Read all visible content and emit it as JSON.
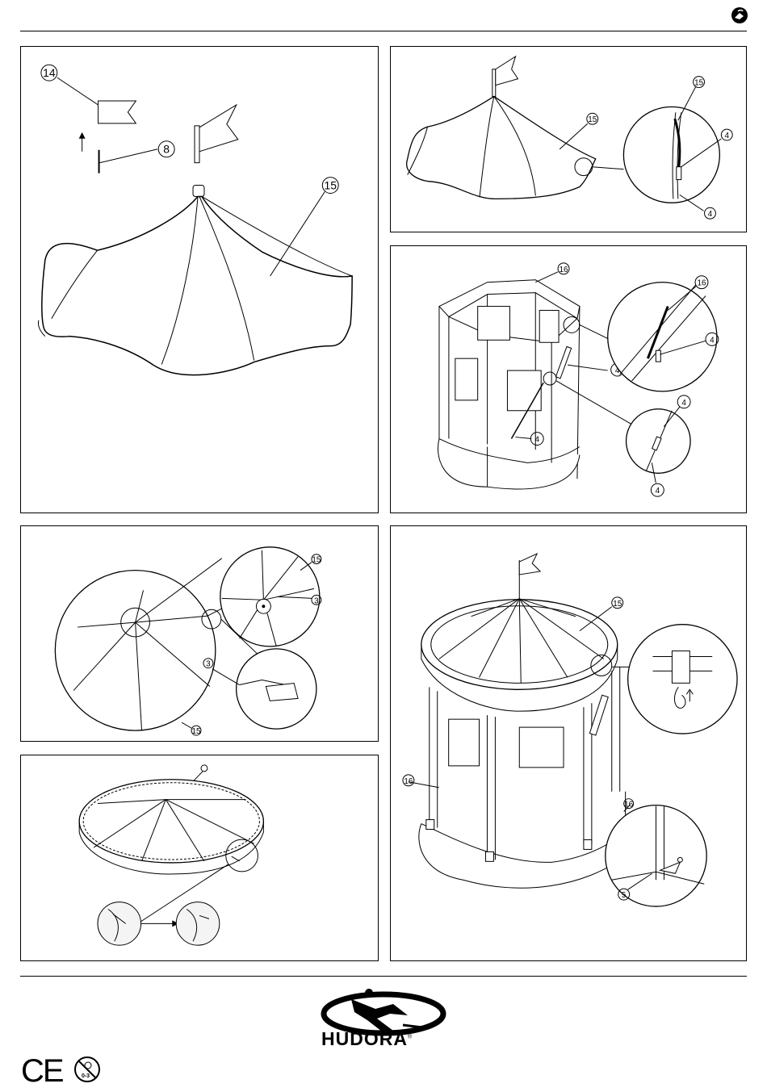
{
  "header": {
    "icon": "manual-book-icon"
  },
  "brand": {
    "name": "HUDORA",
    "mark": "®",
    "logo_icon": "skater-swoosh-logo"
  },
  "footer": {
    "ce": "CE",
    "age_warning": "0-3",
    "age_icon": "not-for-children-under-3-icon"
  },
  "callouts": {
    "p1": {
      "flag": "14",
      "pole": "8",
      "roof": "15"
    },
    "p2": {
      "roof": "15",
      "detail_sleeve": "15",
      "rod_a": "4",
      "rod_b": "4"
    },
    "p3": {
      "wall": "16",
      "detail_wall": "16",
      "rod_1": "4",
      "rod_2": "4",
      "rod_3": "4",
      "rod_4": "4",
      "rod_5": "4"
    },
    "p4": {
      "roof_detail": "15",
      "strap_a": "3",
      "strap_b": "3",
      "roof": "15"
    },
    "p6": {
      "roof": "15",
      "wall_left": "16",
      "wall_right": "16",
      "peg": "5"
    }
  }
}
